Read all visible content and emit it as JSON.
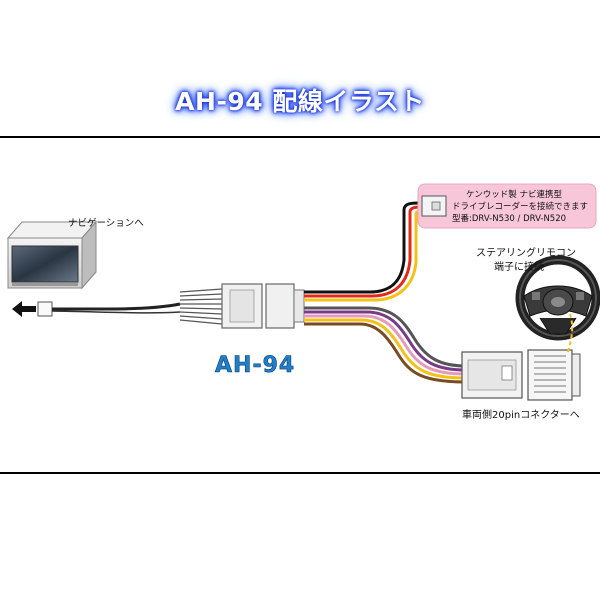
{
  "title": "AH-94 配線イラスト",
  "labels": {
    "to_navi": "ナビゲーションへ",
    "recorder_line1": "ケンウッド製 ナビ連携型",
    "recorder_line2": "ドライブレコーダーを接続できます",
    "recorder_line3": "型番:DRV-N530 / DRV-N520",
    "steering_line1": "ステアリングリモコン",
    "steering_line2": "端子に接続",
    "vehicle_connector": "車両側20pinコネクターへ",
    "product_name": "AH-94"
  },
  "colors": {
    "wire_red": "#e02a1a",
    "wire_yellow": "#f2c21a",
    "wire_orange": "#f08a1a",
    "wire_purple": "#7a3a8a",
    "wire_pink": "#e59ab8",
    "wire_brown": "#7a4a20",
    "recorder_box": "#f7c6d9",
    "title_glow": "#2a4bff",
    "product_text": "#1f7fc8"
  }
}
